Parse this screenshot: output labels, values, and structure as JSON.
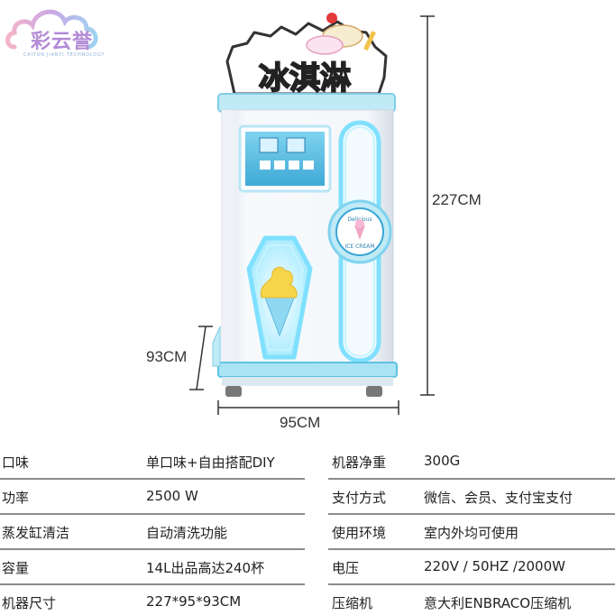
{
  "logo": {
    "brand": "彩云誉",
    "sub": "CAIYUN JIANTI TECHNOLOGY"
  },
  "machine": {
    "sign_text": "冰淇淋",
    "badge_top": "Delicious",
    "badge_bottom": "ICE CREAM"
  },
  "dimensions": {
    "height": "227CM",
    "depth": "93CM",
    "width": "95CM"
  },
  "specs": [
    {
      "label_left": "口味",
      "value_left": "单口味+自由搭配DIY",
      "label_right": "机器净重",
      "value_right": "300G"
    },
    {
      "label_left": "功率",
      "value_left": "2500 W",
      "label_right": "支付方式",
      "value_right": "微信、会员、支付宝支付"
    },
    {
      "label_left": "蒸发缸清洁",
      "value_left": "自动清洗功能",
      "label_right": "使用环境",
      "value_right": "室内外均可使用"
    },
    {
      "label_left": "容量",
      "value_left": "14L出品高达240杯",
      "label_right": "电压",
      "value_right": "220V / 50HZ /2000W"
    },
    {
      "label_left": "机器尺寸",
      "value_left": "227*95*93CM",
      "label_right": "压缩机",
      "value_right": "意大利ENBRACO压缩机"
    }
  ],
  "colors": {
    "accent_blue": "#4fc1e0",
    "neon_blue": "#8ee6ff",
    "body_white": "#f6f8fb",
    "cone": "#f7d54a"
  }
}
